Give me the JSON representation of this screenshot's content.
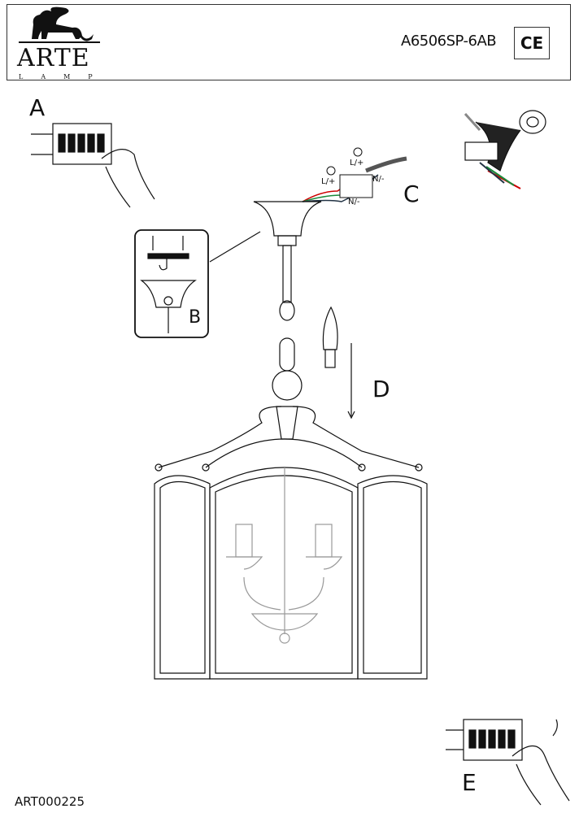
{
  "header": {
    "brand": "ARTE",
    "brand_sub": "LAMP",
    "model": "A6506SP-6AB",
    "certification": "CE"
  },
  "steps": {
    "a": "A",
    "b": "B",
    "c": "C",
    "d": "D",
    "e": "E"
  },
  "wiring_labels": {
    "l1": "L/+",
    "l2": "L/+",
    "n1": "N/-",
    "n2": "N/-"
  },
  "footer": {
    "code": "ART000225"
  }
}
